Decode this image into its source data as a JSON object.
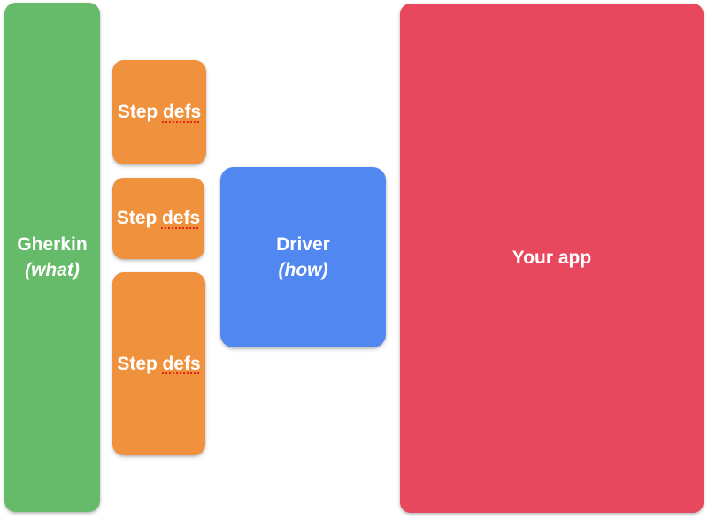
{
  "diagram": {
    "background_color": "#ffffff",
    "label_color": "#ffffff",
    "spellcheck_underline_color": "#e62517",
    "boxes": {
      "gherkin": {
        "title": "Gherkin",
        "annotation": "(what)",
        "color": "#66bb6a"
      },
      "step_defs_top": {
        "text": "Step",
        "misspelled_word": "defs",
        "color": "#f0923d"
      },
      "step_defs_middle": {
        "text": "Step",
        "misspelled_word": "defs",
        "color": "#f0923d"
      },
      "step_defs_bottom": {
        "text": "Step",
        "misspelled_word": "defs",
        "color": "#f0923d"
      },
      "driver": {
        "title": "Driver",
        "annotation": "(how)",
        "color": "#5187f0"
      },
      "your_app": {
        "title": "Your app",
        "color": "#e7485e"
      }
    }
  }
}
